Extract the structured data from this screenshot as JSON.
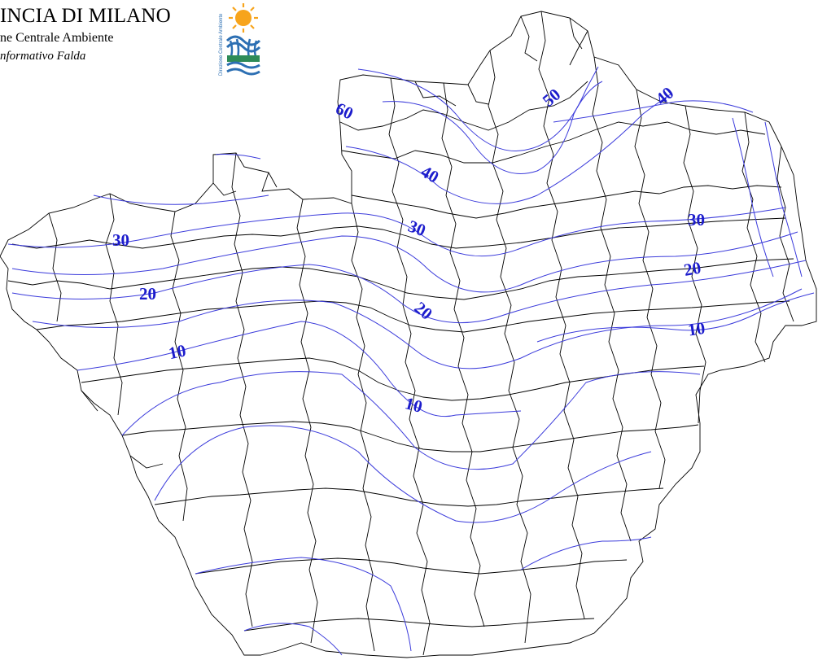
{
  "header": {
    "line1": "INCIA DI MILANO",
    "line2": "ne Centrale Ambiente",
    "line3": "nformativo Falda"
  },
  "logo": {
    "icon": "sun-water-logo-icon",
    "vertical_text": "Direzione Centrale Ambiente"
  },
  "colors": {
    "contour": "#3b3bdb",
    "contour_label": "#1c1ccc",
    "boundaries": "#000000",
    "sun": "#f7a41c",
    "water_blue": "#2c6fb3",
    "water_green": "#2e8b57"
  },
  "contour_labels": [
    "60",
    "50",
    "40",
    "40",
    "30",
    "30",
    "30",
    "20",
    "20",
    "20",
    "10",
    "10",
    "10"
  ]
}
